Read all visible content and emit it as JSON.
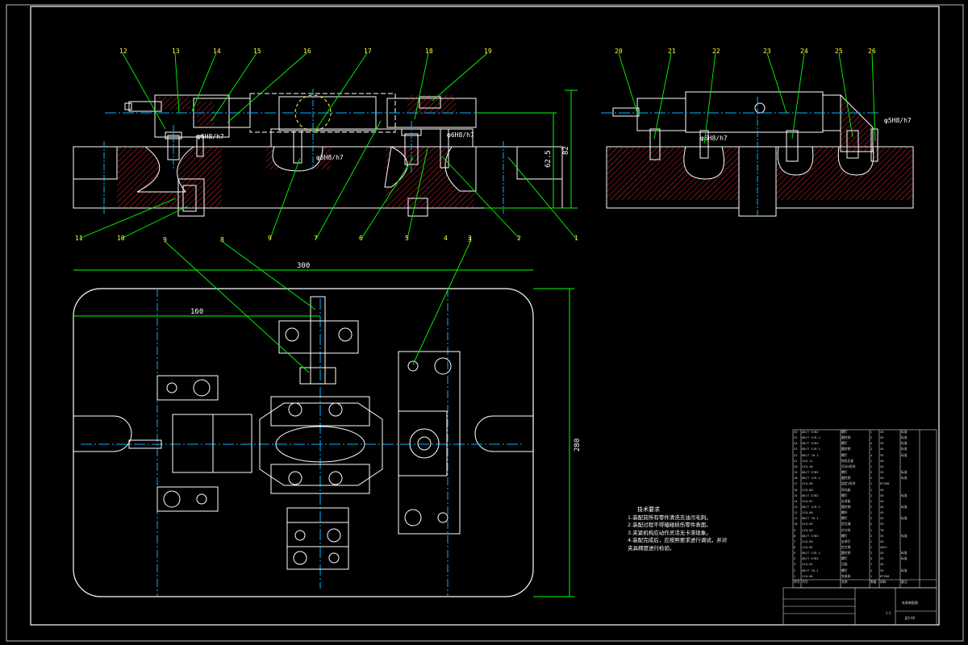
{
  "drawing": {
    "top_balloons": [
      "12",
      "13",
      "14",
      "15",
      "16",
      "17",
      "18",
      "19"
    ],
    "bottom_balloons": [
      "11",
      "10",
      "9",
      "7",
      "6",
      "5",
      "4",
      "3",
      "2",
      "1"
    ],
    "side_balloons": [
      "20",
      "21",
      "22",
      "23",
      "24",
      "25",
      "26"
    ],
    "plan_balloons": [
      "9",
      "8",
      "3"
    ],
    "fits": {
      "a": "φ6H8/h7",
      "b": "φ5H8/h7",
      "c": "φ6H8/h7",
      "d": "φ6H8/h7",
      "e": "φ5H8/h7"
    },
    "dims": {
      "width_total": "300",
      "width_half": "160",
      "height_total": "280",
      "height_a": "62.5",
      "height_b": "82"
    }
  },
  "notes": {
    "title": "技术要求",
    "items": [
      "1.装配前所有零件清洗去油污毛刺。",
      "2.装配过程不得磕碰损伤零件表面。",
      "3.夹紧机构应动作灵活无卡滞现象。",
      "4.装配完成后，应按照要求进行调试，并对",
      "夹具精度进行检验。"
    ]
  },
  "bom": {
    "rows": [
      [
        "26",
        "GB/T 5782",
        "螺钉",
        "1",
        "45",
        "标准"
      ],
      [
        "25",
        "GB/T 119.1",
        "圆柱销",
        "2",
        "45",
        "标准"
      ],
      [
        "24",
        "GB/T 5783",
        "螺钉",
        "4",
        "35",
        "标准"
      ],
      [
        "23",
        "GB/T 119.1",
        "圆柱销",
        "2",
        "45",
        "标准"
      ],
      [
        "22",
        "GB/T 70.1",
        "螺钉",
        "4",
        "35",
        "标准"
      ],
      [
        "21",
        "JJQ-11",
        "钩形压板",
        "1",
        "45",
        ""
      ],
      [
        "20",
        "JJQ-10",
        "活动V形块",
        "1",
        "45",
        ""
      ],
      [
        "19",
        "GB/T 5783",
        "螺钉",
        "2",
        "35",
        "标准"
      ],
      [
        "18",
        "GB/T 119.1",
        "圆柱销",
        "2",
        "45",
        "标准"
      ],
      [
        "17",
        "JJQ-09",
        "固定V形块",
        "1",
        "HT200",
        ""
      ],
      [
        "16",
        "JJQ-08",
        "导向座",
        "1",
        "45",
        ""
      ],
      [
        "15",
        "GB/T 5782",
        "螺钉",
        "2",
        "35",
        "标准"
      ],
      [
        "14",
        "JJQ-07",
        "支承板",
        "1",
        "45",
        ""
      ],
      [
        "13",
        "GB/T 119.1",
        "圆柱销",
        "2",
        "45",
        "标准"
      ],
      [
        "12",
        "JJQ-06",
        "螺杆",
        "1",
        "45",
        ""
      ],
      [
        "11",
        "GB/T 70.1",
        "螺钉",
        "2",
        "35",
        "标准"
      ],
      [
        "10",
        "JJQ-05",
        "定位键",
        "2",
        "45",
        ""
      ],
      [
        "9",
        "JJQ-04",
        "对刀块",
        "1",
        "T8",
        ""
      ],
      [
        "8",
        "GB/T 5783",
        "螺钉",
        "2",
        "35",
        "标准"
      ],
      [
        "7",
        "JJQ-03",
        "支承钉",
        "1",
        "45",
        ""
      ],
      [
        "6",
        "JJQ-02",
        "定位销",
        "1",
        "40Cr",
        ""
      ],
      [
        "5",
        "GB/T 119.1",
        "圆柱销",
        "2",
        "45",
        "标准"
      ],
      [
        "4",
        "GB/T 5783",
        "螺钉",
        "4",
        "35",
        "标准"
      ],
      [
        "3",
        "JJQ-01",
        "压板",
        "1",
        "45",
        ""
      ],
      [
        "2",
        "GB/T 70.1",
        "螺钉",
        "4",
        "35",
        "标准"
      ],
      [
        "1",
        "JJQ-00",
        "夹具体",
        "1",
        "HT200",
        ""
      ]
    ],
    "header": [
      "序号",
      "代号",
      "名称",
      "数量",
      "材料",
      "备注"
    ]
  },
  "title_block": {
    "name": "夹具装配图",
    "drawing_no": "JJQ-00",
    "scale": "1:1"
  },
  "colors": {
    "outline": "#ffffff",
    "leader": "#00ff00",
    "center": "#00b4ff",
    "hatch": "#d0262d",
    "balloon_text": "#ffff40",
    "hidden": "#ffff40"
  }
}
